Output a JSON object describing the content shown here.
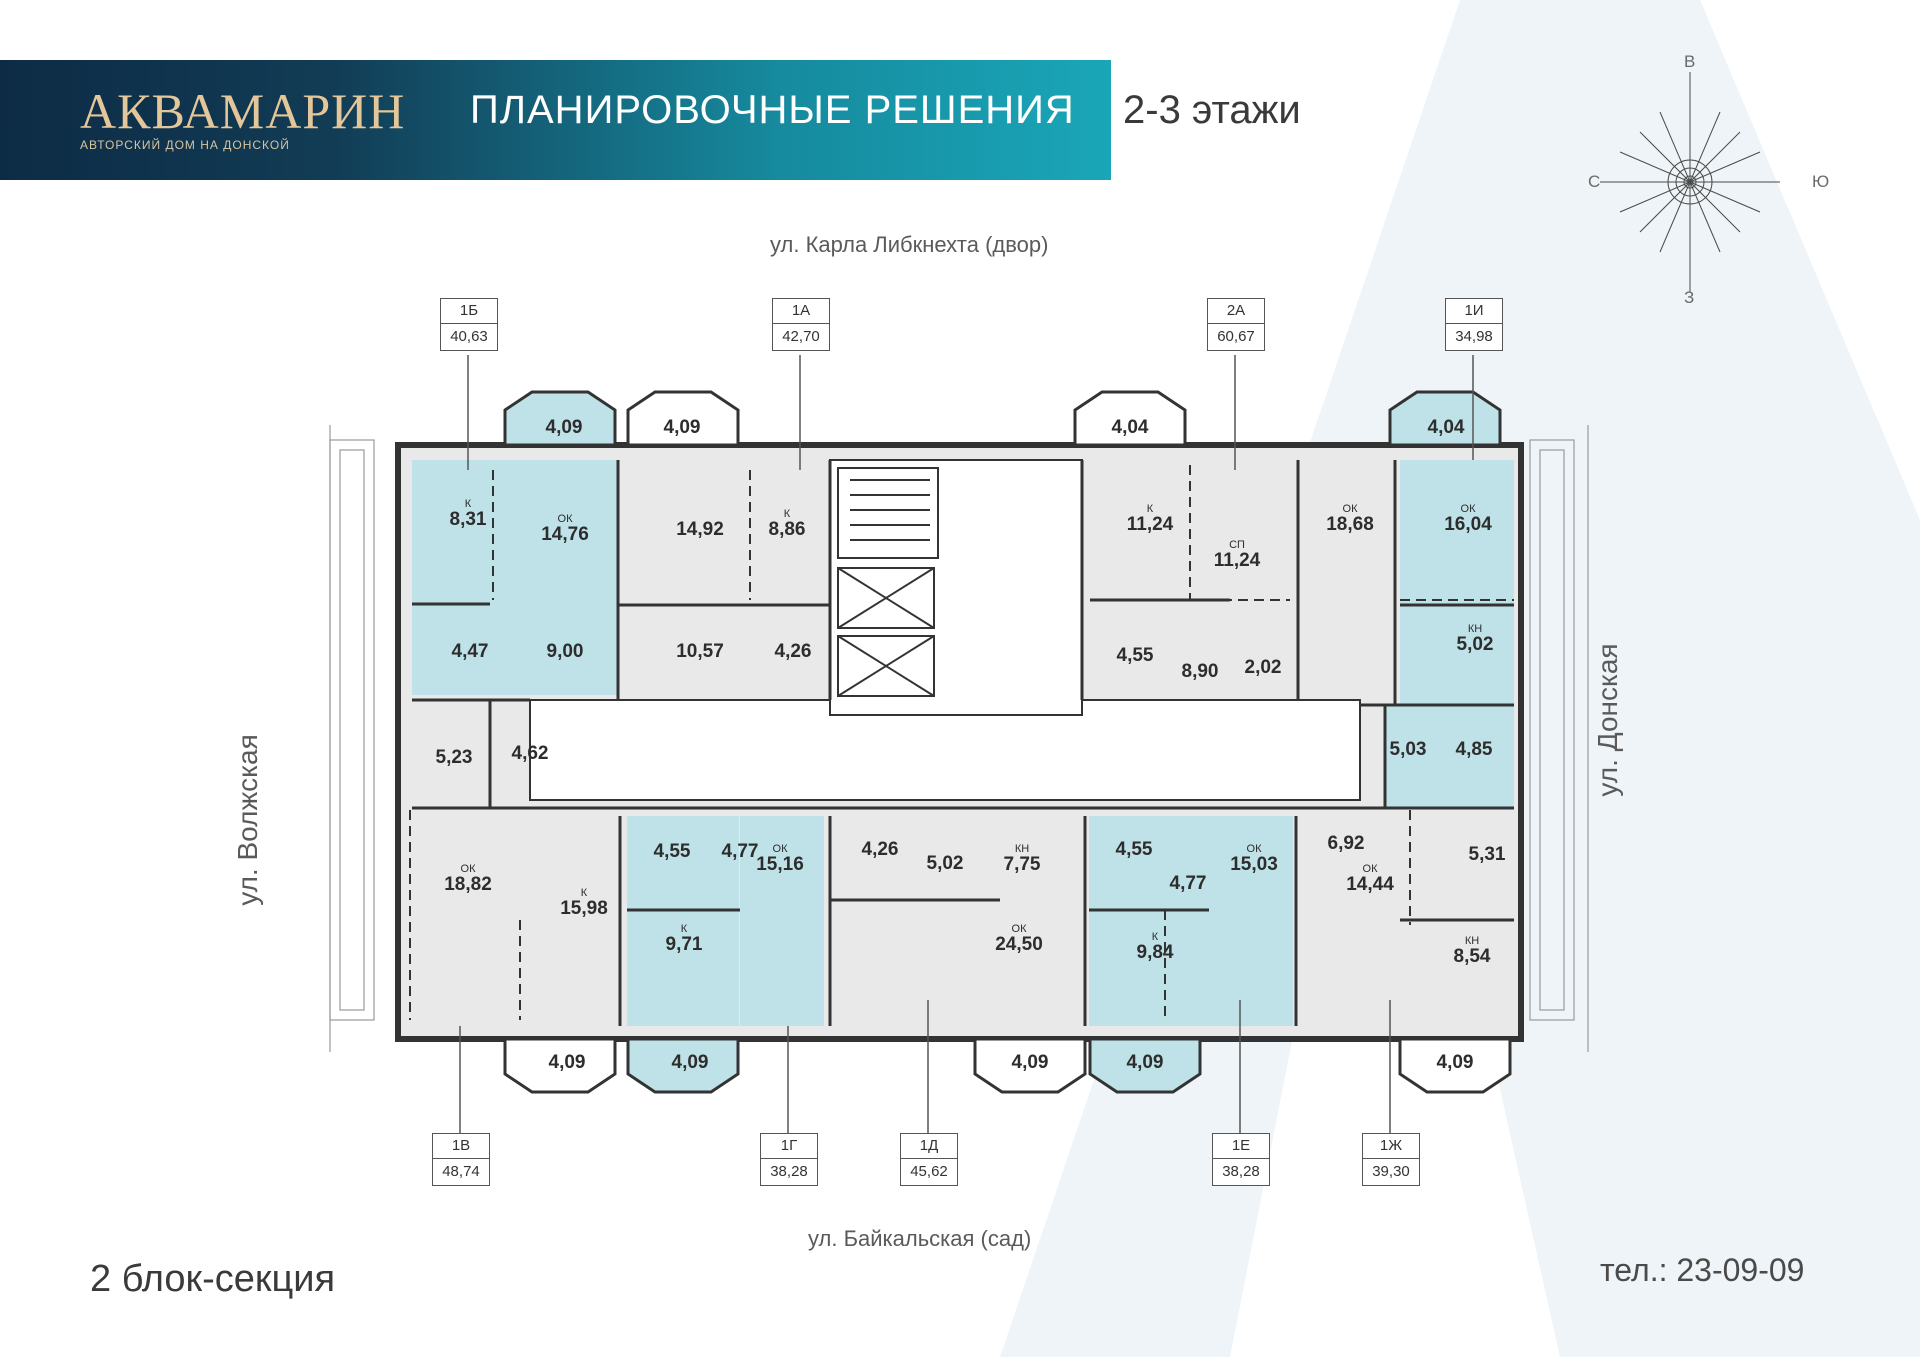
{
  "header": {
    "logo": "АКВАМАРИН",
    "logo_subtitle": "АВТОРСКИЙ ДОМ НА ДОНСКОЙ",
    "title": "ПЛАНИРОВОЧНЫЕ РЕШЕНИЯ",
    "floors": "2-3 этажи"
  },
  "compass": {
    "north": "В",
    "south": "З",
    "west": "С",
    "east": "Ю"
  },
  "streets": {
    "top": "ул. Карла Либкнехта (двор)",
    "bottom": "ул. Байкальская (сад)",
    "left": "ул. Волжская",
    "right": "ул. Донская"
  },
  "footer": {
    "section": "2 блок-секция",
    "phone": "тел.: 23-09-09"
  },
  "colors": {
    "banner_dark": "#0d2b45",
    "banner_light": "#1aa6b8",
    "highlight": "#bfe2e8",
    "room": "#e9e9e9",
    "logo_gold": "#e3c69a"
  },
  "apartments_top": [
    {
      "id": "1Б",
      "area": "40,63"
    },
    {
      "id": "1А",
      "area": "42,70"
    },
    {
      "id": "2А",
      "area": "60,67"
    },
    {
      "id": "1И",
      "area": "34,98"
    }
  ],
  "apartments_bottom": [
    {
      "id": "1В",
      "area": "48,74"
    },
    {
      "id": "1Г",
      "area": "38,28"
    },
    {
      "id": "1Д",
      "area": "45,62"
    },
    {
      "id": "1Е",
      "area": "38,28"
    },
    {
      "id": "1Ж",
      "area": "39,30"
    }
  ],
  "rooms": [
    {
      "label": "",
      "area": "4,09"
    },
    {
      "label": "",
      "area": "4,09"
    },
    {
      "label": "",
      "area": "4,04"
    },
    {
      "label": "",
      "area": "4,04"
    },
    {
      "label": "К",
      "area": "8,31"
    },
    {
      "label": "ОК",
      "area": "14,76"
    },
    {
      "label": "",
      "area": "14,92"
    },
    {
      "label": "К",
      "area": "8,86"
    },
    {
      "label": "К",
      "area": "11,24"
    },
    {
      "label": "СП",
      "area": "11,24"
    },
    {
      "label": "ОК",
      "area": "18,68"
    },
    {
      "label": "ОК",
      "area": "16,04"
    },
    {
      "label": "",
      "area": "4,47"
    },
    {
      "label": "",
      "area": "9,00"
    },
    {
      "label": "",
      "area": "10,57"
    },
    {
      "label": "",
      "area": "4,26"
    },
    {
      "label": "",
      "area": "4,55"
    },
    {
      "label": "",
      "area": "8,90"
    },
    {
      "label": "",
      "area": "2,02"
    },
    {
      "label": "КН",
      "area": "5,02"
    },
    {
      "label": "",
      "area": "5,23"
    },
    {
      "label": "",
      "area": "4,62"
    },
    {
      "label": "",
      "area": "5,03"
    },
    {
      "label": "",
      "area": "4,85"
    },
    {
      "label": "ОК",
      "area": "18,82"
    },
    {
      "label": "К",
      "area": "15,98"
    },
    {
      "label": "",
      "area": "4,55"
    },
    {
      "label": "",
      "area": "4,77"
    },
    {
      "label": "ОК",
      "area": "15,16"
    },
    {
      "label": "",
      "area": "4,26"
    },
    {
      "label": "",
      "area": "5,02"
    },
    {
      "label": "КН",
      "area": "7,75"
    },
    {
      "label": "",
      "area": "4,55"
    },
    {
      "label": "",
      "area": "4,77"
    },
    {
      "label": "ОК",
      "area": "15,03"
    },
    {
      "label": "",
      "area": "6,92"
    },
    {
      "label": "",
      "area": "5,31"
    },
    {
      "label": "ОК",
      "area": "14,44"
    },
    {
      "label": "К",
      "area": "9,71"
    },
    {
      "label": "ОК",
      "area": "24,50"
    },
    {
      "label": "К",
      "area": "9,84"
    },
    {
      "label": "КН",
      "area": "8,54"
    },
    {
      "label": "",
      "area": "4,09"
    },
    {
      "label": "",
      "area": "4,09"
    },
    {
      "label": "",
      "area": "4,09"
    },
    {
      "label": "",
      "area": "4,09"
    },
    {
      "label": "",
      "area": "4,09"
    }
  ]
}
